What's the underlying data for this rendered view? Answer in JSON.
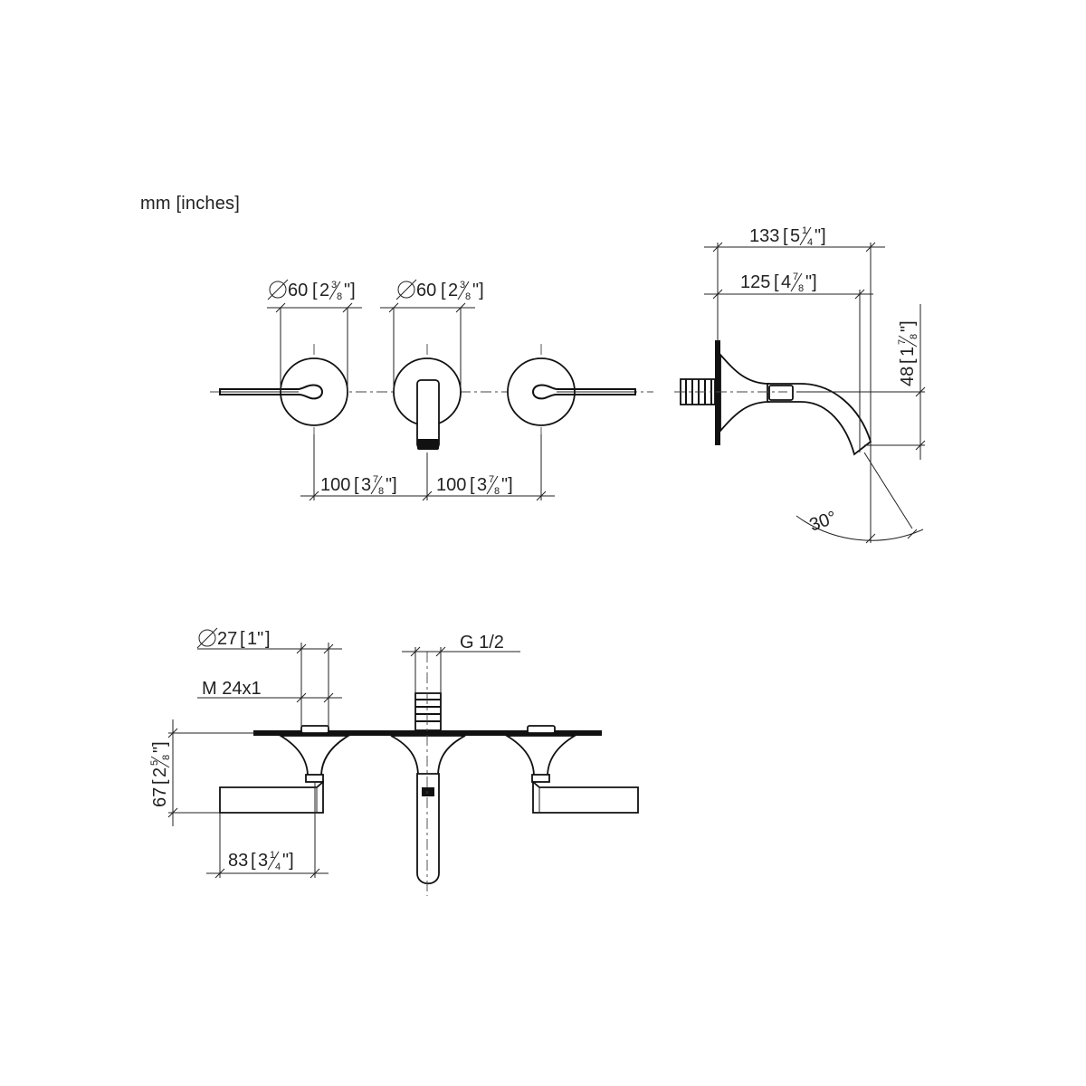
{
  "units_label": "mm [inches]",
  "front_view": {
    "dia_left": {
      "value": "60",
      "inch_whole": "2",
      "inch_num": "3",
      "inch_den": "8"
    },
    "dia_mid": {
      "value": "60",
      "inch_whole": "2",
      "inch_num": "3",
      "inch_den": "8"
    },
    "spacing_left": {
      "value": "100",
      "inch_whole": "3",
      "inch_num": "7",
      "inch_den": "8"
    },
    "spacing_right": {
      "value": "100",
      "inch_whole": "3",
      "inch_num": "7",
      "inch_den": "8"
    }
  },
  "side_view": {
    "total_projection": {
      "value": "133",
      "inch_whole": "5",
      "inch_num": "1",
      "inch_den": "4"
    },
    "spout_projection": {
      "value": "125",
      "inch_whole": "4",
      "inch_num": "7",
      "inch_den": "8"
    },
    "spout_drop": {
      "value": "48",
      "inch_whole": "1",
      "inch_num": "7",
      "inch_den": "8"
    },
    "angle": "30°"
  },
  "top_view": {
    "dia_27": {
      "value": "27",
      "inch_text": "1\""
    },
    "thread": "M 24x1",
    "connection": "G 1/2",
    "height": {
      "value": "67",
      "inch_whole": "2",
      "inch_num": "5",
      "inch_den": "8"
    },
    "handle_length": {
      "value": "83",
      "inch_whole": "3",
      "inch_num": "1",
      "inch_den": "4"
    }
  }
}
